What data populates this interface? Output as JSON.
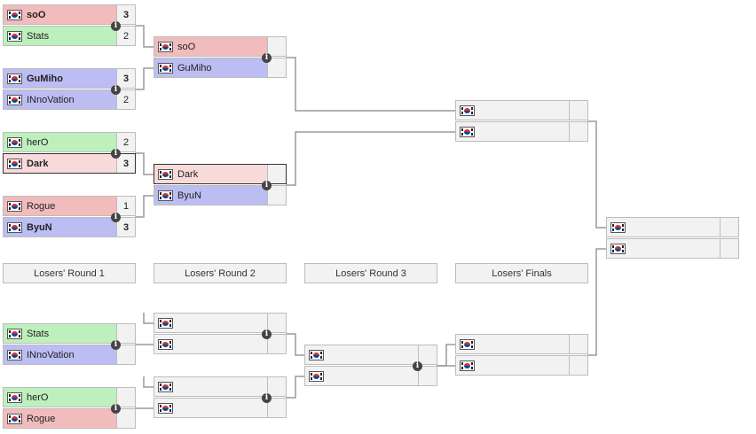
{
  "colors": {
    "win_red": "#f2bcbc",
    "win_green": "#bdf0bd",
    "blue": "#bcbdf2",
    "light_pink": "#f9dada",
    "empty": "#f2f2f2",
    "line": "#9a9a9a"
  },
  "round_labels": [
    "Losers' Round 1",
    "Losers' Round 2",
    "Losers' Round 3",
    "Losers' Finals"
  ],
  "matches": {
    "ur1_m1": {
      "p1": {
        "name": "soO",
        "score": "3"
      },
      "p2": {
        "name": "Stats",
        "score": "2"
      }
    },
    "ur1_m2": {
      "p1": {
        "name": "GuMiho",
        "score": "3"
      },
      "p2": {
        "name": "INnoVation",
        "score": "2"
      }
    },
    "ur1_m3": {
      "p1": {
        "name": "herO",
        "score": "2"
      },
      "p2": {
        "name": "Dark",
        "score": "3"
      }
    },
    "ur1_m4": {
      "p1": {
        "name": "Rogue",
        "score": "1"
      },
      "p2": {
        "name": "ByuN",
        "score": "3"
      }
    },
    "ur2_m1": {
      "p1": {
        "name": "soO",
        "score": ""
      },
      "p2": {
        "name": "GuMiho",
        "score": ""
      }
    },
    "ur2_m2": {
      "p1": {
        "name": "Dark",
        "score": ""
      },
      "p2": {
        "name": "ByuN",
        "score": ""
      }
    },
    "lr1_m1": {
      "p1": {
        "name": "Stats",
        "score": ""
      },
      "p2": {
        "name": "INnoVation",
        "score": ""
      }
    },
    "lr1_m2": {
      "p1": {
        "name": "herO",
        "score": ""
      },
      "p2": {
        "name": "Rogue",
        "score": ""
      }
    }
  },
  "icons": {
    "flag": "south-korea-flag-icon",
    "info": "info-icon"
  },
  "info_glyph": "i"
}
